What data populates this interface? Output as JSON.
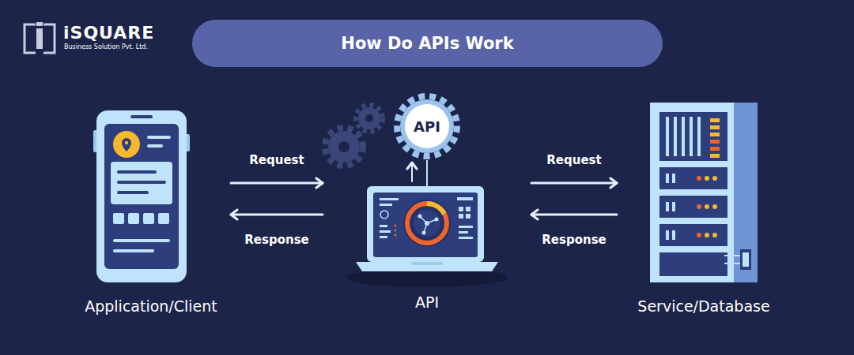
{
  "diagram": {
    "title": "How Do APIs Work",
    "nodes": [
      {
        "text": [
          "Application/Client"
        ]
      },
      {
        "text": [
          "API"
        ]
      },
      {
        "text": [
          "API"
        ]
      },
      {
        "text": [
          "Service/Database"
        ]
      }
    ],
    "edges": [
      {
        "from": 0,
        "to": 2,
        "label": "Request",
        "arrow": "to"
      },
      {
        "from": 2,
        "to": 0,
        "label": "Response",
        "arrow": "to"
      },
      {
        "from": 2,
        "to": 3,
        "label": "Request",
        "arrow": "to"
      },
      {
        "from": 3,
        "to": 2,
        "label": "Response",
        "arrow": "to"
      },
      {
        "from": 2,
        "to": 1,
        "arrow": "to"
      }
    ],
    "labels": [
      "iSQUARE",
      "Business Solution Pvt. Ltd."
    ]
  }
}
